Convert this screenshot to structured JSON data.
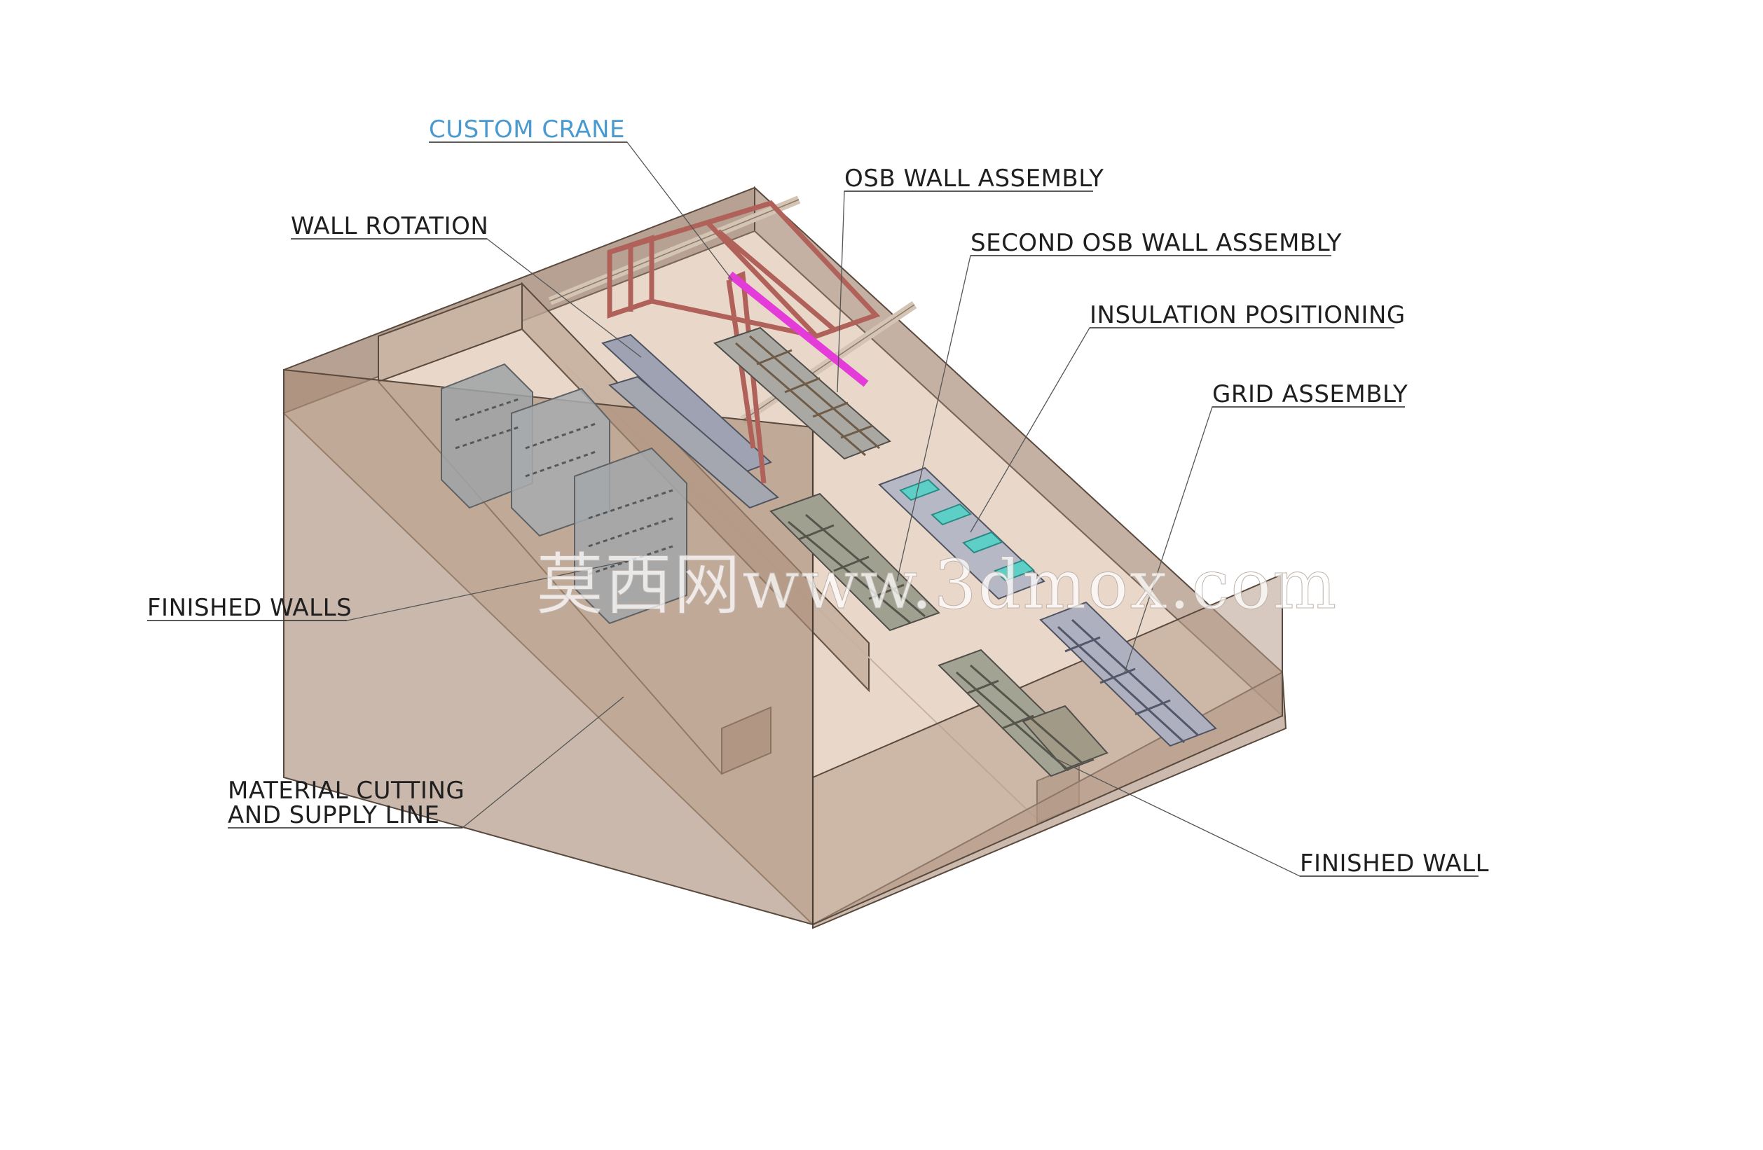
{
  "diagram": {
    "labels": [
      {
        "id": "custom-crane",
        "text": "CUSTOM CRANE",
        "highlight": true
      },
      {
        "id": "osb-wall-assembly",
        "text": "OSB WALL ASSEMBLY"
      },
      {
        "id": "wall-rotation",
        "text": "WALL ROTATION"
      },
      {
        "id": "second-osb-wall-assembly",
        "text": "SECOND OSB WALL ASSEMBLY"
      },
      {
        "id": "insulation-positioning",
        "text": "INSULATION POSITIONING"
      },
      {
        "id": "grid-assembly",
        "text": "GRID ASSEMBLY"
      },
      {
        "id": "finished-walls",
        "text": "FINISHED WALLS"
      },
      {
        "id": "material-cutting",
        "text": "MATERIAL CUTTING",
        "text2": "AND SUPPLY LINE"
      },
      {
        "id": "finished-wall",
        "text": "FINISHED WALL"
      }
    ],
    "watermark": "莫西网www.3dmox.com",
    "colors": {
      "label_highlight": "#4a9ad0",
      "hall_wall": "#b39a88",
      "hall_floor": "#e9d8ca",
      "crane": "#b0625a",
      "crane_beam": "#e43cd8",
      "insulation": "#5ecfc6",
      "panel": "#a6a6a6"
    }
  }
}
